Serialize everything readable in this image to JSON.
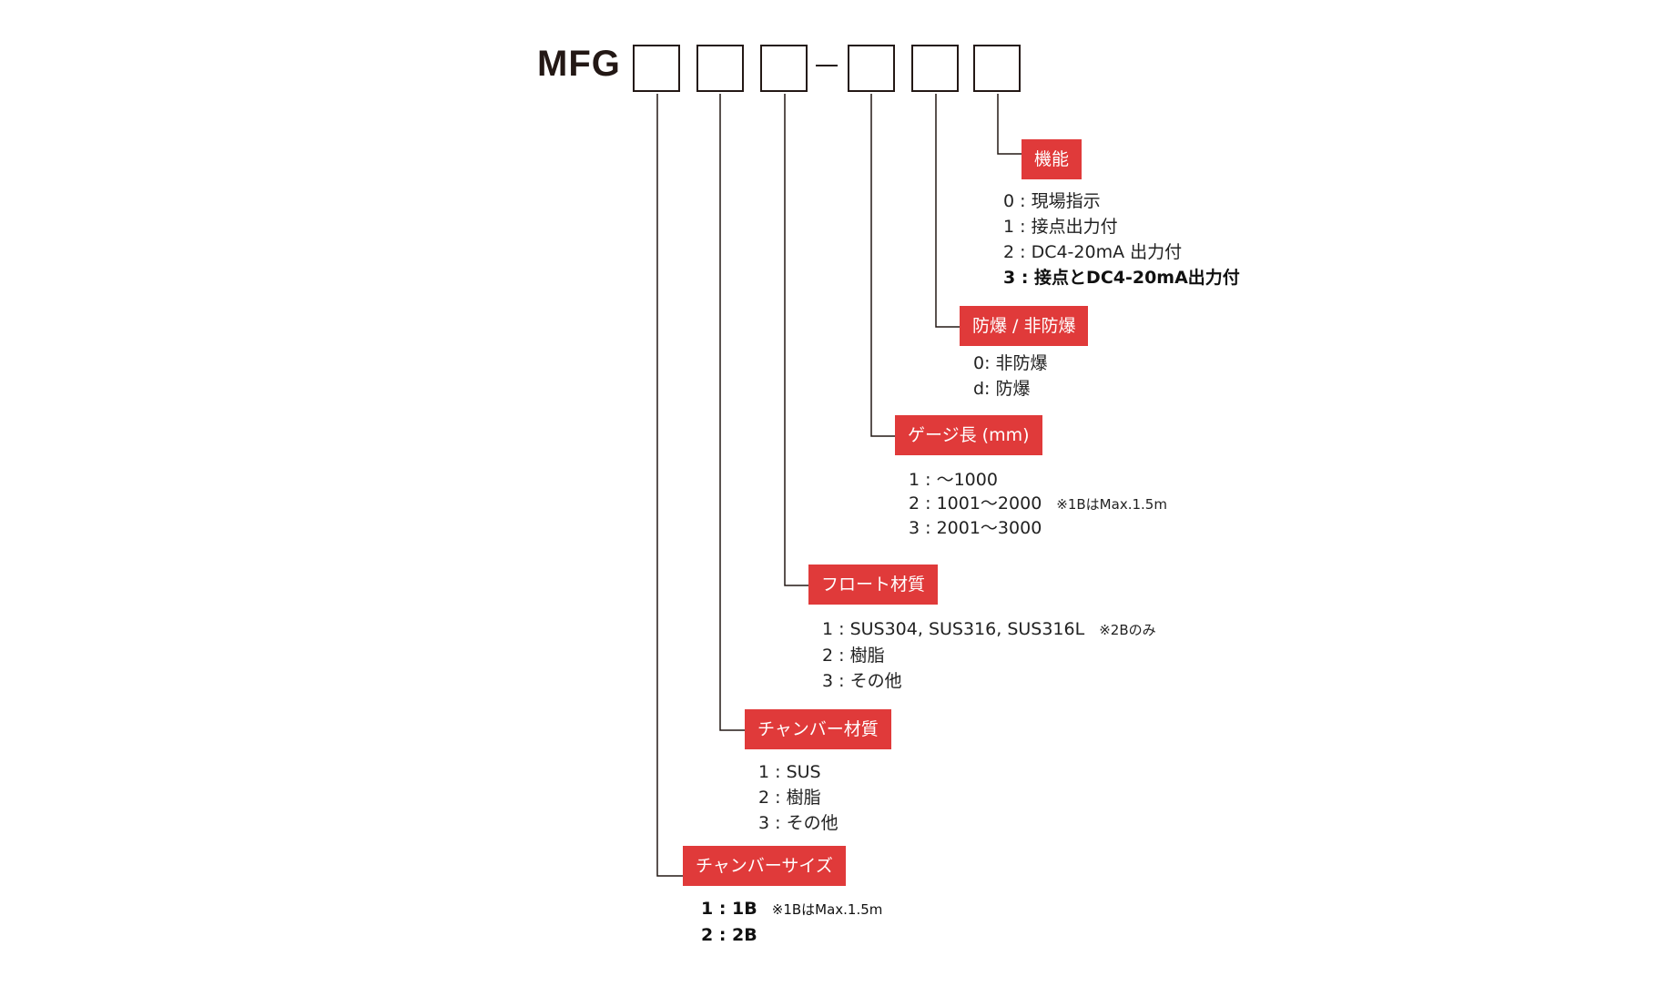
{
  "code_prefix": "MFG",
  "colors": {
    "accent": "#e03a3a",
    "line": "#231815",
    "text": "#222222"
  },
  "fields": {
    "function": {
      "label": "機能",
      "options": [
        {
          "text": "0 : 現場指示"
        },
        {
          "text": "1 : 接点出力付"
        },
        {
          "text": "2 : DC4-20mA 出力付"
        },
        {
          "text": "3 : 接点とDC4-20mA出力付"
        }
      ]
    },
    "explosion": {
      "label": "防爆 / 非防爆",
      "options": [
        {
          "text": "0: 非防爆"
        },
        {
          "text": "d: 防爆"
        }
      ]
    },
    "gauge_length": {
      "label": "ゲージ長 (mm)",
      "options": [
        {
          "text": "1 : ～1000",
          "note": ""
        },
        {
          "text": "2 : 1001～2000",
          "note": "※1BはMax.1.5m"
        },
        {
          "text": "3 : 2001～3000",
          "note": ""
        }
      ]
    },
    "float_material": {
      "label": "フロート材質",
      "options": [
        {
          "text": "1 : SUS304, SUS316, SUS316L",
          "note": "※2Bのみ"
        },
        {
          "text": "2 : 樹脂",
          "note": ""
        },
        {
          "text": "3 : その他",
          "note": ""
        }
      ]
    },
    "chamber_material": {
      "label": "チャンバー材質",
      "options": [
        {
          "text": "1 : SUS"
        },
        {
          "text": "2 : 樹脂"
        },
        {
          "text": "3 : その他"
        }
      ]
    },
    "chamber_size": {
      "label": "チャンバーサイズ",
      "options": [
        {
          "text": "1 : 1B",
          "note": "※1BはMax.1.5m"
        },
        {
          "text": "2 : 2B",
          "note": ""
        }
      ]
    }
  }
}
